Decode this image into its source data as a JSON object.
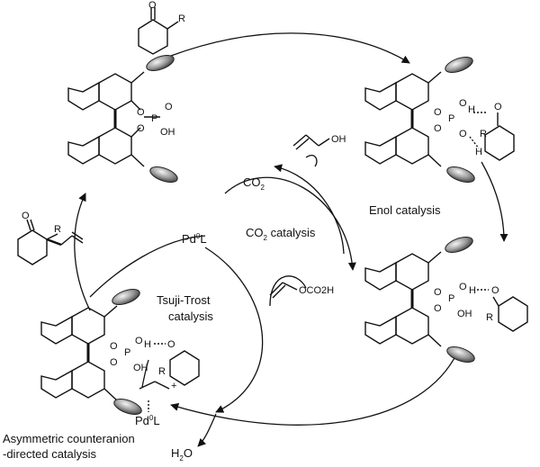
{
  "diagram": {
    "cycles": [
      {
        "id": "enol",
        "label": "Enol catalysis"
      },
      {
        "id": "co2",
        "label": "CO",
        "label_sub": "2",
        "label_tail": " catalysis"
      },
      {
        "id": "tsuji",
        "label_line1": "Tsuji-Trost",
        "label_line2": "catalysis"
      },
      {
        "id": "acdc",
        "label_line1": "Asymmetric counteranion",
        "label_line2": "-directed catalysis"
      }
    ],
    "species": {
      "co2": {
        "main": "CO",
        "sub": "2"
      },
      "pd": {
        "main": "Pd",
        "sup": "0",
        "tail": "L"
      },
      "pd_complex": {
        "main": "Pd",
        "sup": "0",
        "tail": "L"
      },
      "water": {
        "main": "H",
        "sub": "2",
        "tail": "O"
      },
      "allyl_carbonate": "OCO2H",
      "allyl_alcohol_oh": "OH",
      "plus": "+"
    },
    "atoms": {
      "O": "O",
      "P": "P",
      "H": "H",
      "R": "R",
      "OH": "OH"
    }
  }
}
